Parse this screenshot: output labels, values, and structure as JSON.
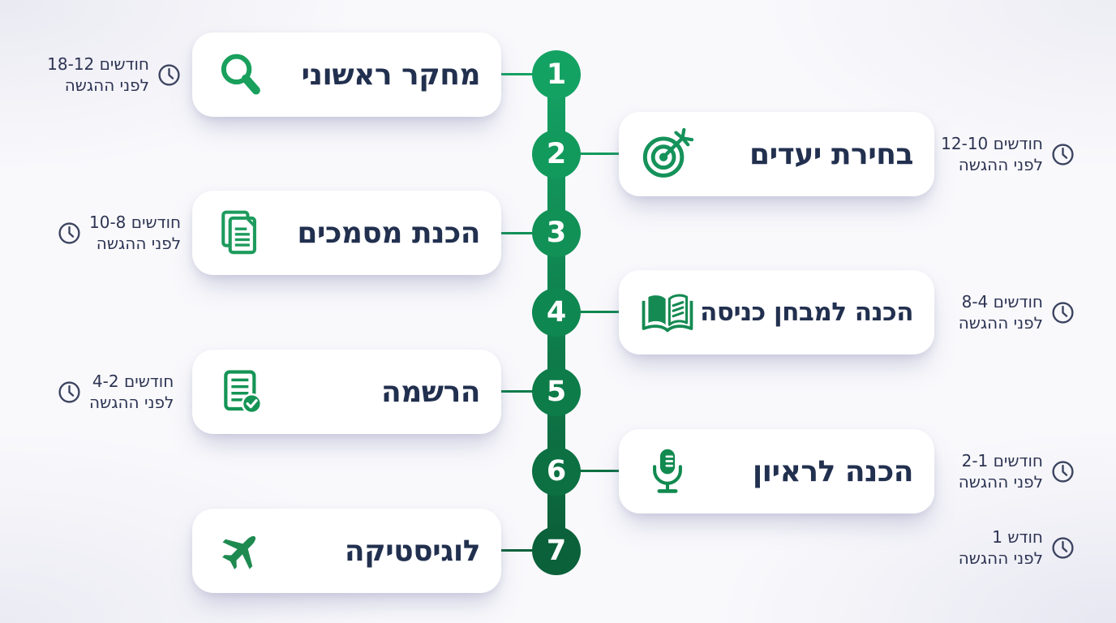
{
  "background_color": "#f9f9fc",
  "title_color": "#22304f",
  "label_color": "#2d3453",
  "timeline": {
    "direction": "rtl",
    "spine_color_top": "#14a263",
    "spine_color_bottom": "#0b5f39",
    "steps": [
      {
        "number": "1",
        "title": "מחקר ראשוני",
        "icon": "search-icon",
        "side": "left",
        "color": "#14a263",
        "time": {
          "line1": "חודשים 18-12",
          "line2": "לפני ההגשה"
        }
      },
      {
        "number": "2",
        "title": "בחירת יעדים",
        "icon": "target-icon",
        "side": "right",
        "color": "#129a5c",
        "time": {
          "line1": "חודשים 12-10",
          "line2": "לפני ההגשה"
        }
      },
      {
        "number": "3",
        "title": "הכנת מסמכים",
        "icon": "documents-icon",
        "side": "left",
        "color": "#119156",
        "time": {
          "line1": "חודשים 10-8",
          "line2": "לפני ההגשה"
        }
      },
      {
        "number": "4",
        "title": "הכנה למבחן כניסה",
        "icon": "open-book-icon",
        "side": "right",
        "color": "#0f8750",
        "time": {
          "line1": "חודשים 8-4",
          "line2": "לפני ההגשה"
        }
      },
      {
        "number": "5",
        "title": "הרשמה",
        "icon": "checklist-icon",
        "side": "left",
        "color": "#0d7c49",
        "time": {
          "line1": "חודשים 4-2",
          "line2": "לפני ההגשה"
        }
      },
      {
        "number": "6",
        "title": "הכנה לראיון",
        "icon": "microphone-icon",
        "side": "right",
        "color": "#0c7042",
        "time": {
          "line1": "חודשים 2-1",
          "line2": "לפני ההגשה"
        }
      },
      {
        "number": "7",
        "title": "לוגיסטיקה",
        "icon": "airplane-icon",
        "side": "left",
        "color": "#0b613a",
        "time": {
          "line1": "חודש 1",
          "line2": "לפני ההגשה"
        }
      }
    ]
  }
}
